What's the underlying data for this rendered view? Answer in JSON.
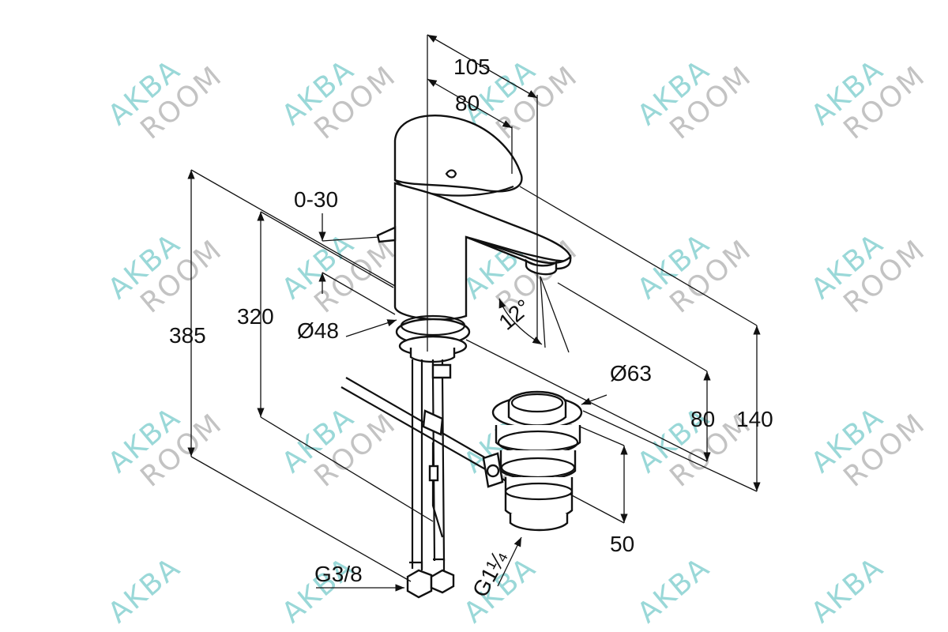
{
  "watermark": {
    "line1": "AKBA",
    "line2": "ROOM"
  },
  "dimensions": {
    "spout_reach_total": "105",
    "spout_reach": "80",
    "lever_angle": "0-30",
    "overall_height": "385",
    "hose_length": "320",
    "body_diameter": "Ø48",
    "spout_angle": "12°",
    "waste_diameter": "Ø63",
    "spout_height": "80",
    "total_height": "140",
    "waste_height": "50",
    "waste_thread": "G1¼",
    "supply_thread": "G3/8"
  },
  "colors": {
    "line": "#111111",
    "watermark_primary": "#8fd4d4",
    "watermark_secondary": "#bdbdbd"
  }
}
